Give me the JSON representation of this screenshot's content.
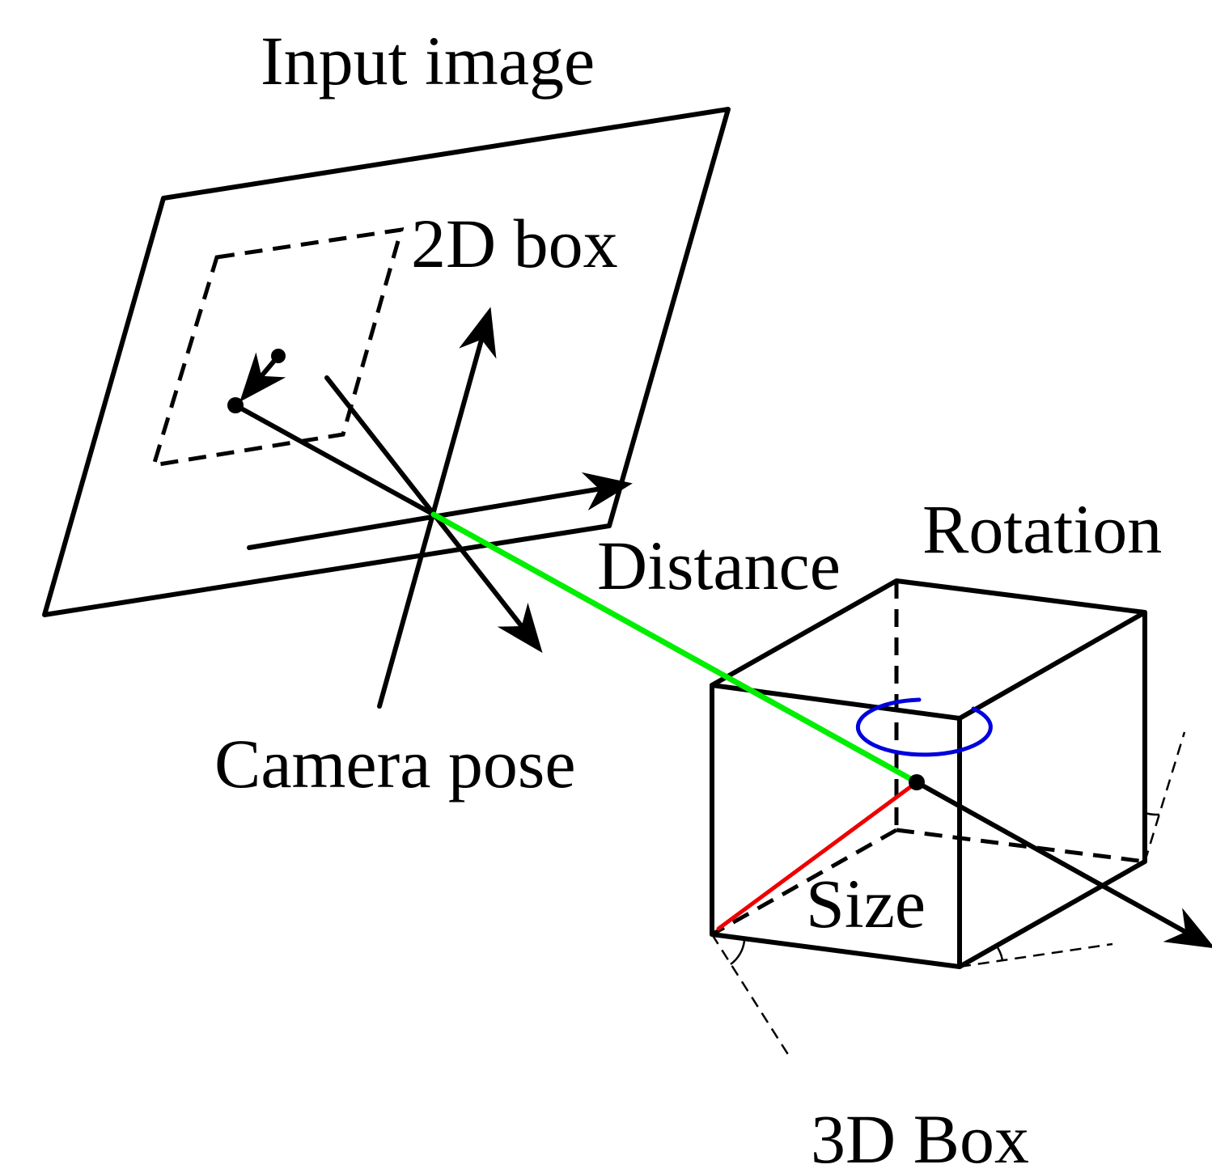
{
  "labels": {
    "input_image": "Input image",
    "box_2d": "2D box",
    "camera_pose": "Camera pose",
    "distance": "Distance",
    "rotation": "Rotation",
    "size": "Size",
    "box_3d": "3D Box"
  },
  "colors": {
    "ink": "#000000",
    "distance_line": "#00ee00",
    "size_line": "#ee0000",
    "rotation_ellipse": "#0000dd"
  }
}
